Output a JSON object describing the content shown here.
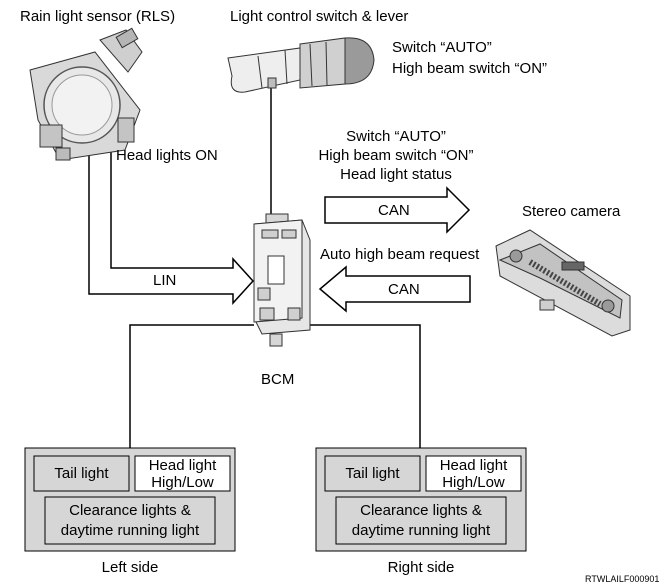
{
  "components": {
    "rls": "Rain light sensor (RLS)",
    "switch": "Light control switch & lever",
    "camera": "Stereo camera",
    "bcm": "BCM"
  },
  "signals": {
    "switch_status_line1": "Switch “AUTO”",
    "switch_status_line2": "High beam switch “ON”",
    "headlights_on": "Head lights ON",
    "lin": "LIN",
    "can_out_line1": "Switch “AUTO”",
    "can_out_line2": "High beam switch “ON”",
    "can_out_line3": "Head light status",
    "can_out": "CAN",
    "auto_high_beam": "Auto high beam request",
    "can_in": "CAN"
  },
  "left_group": {
    "tail": "Tail light",
    "head_line1": "Head light",
    "head_line2": "High/Low",
    "clear_line1": "Clearance lights &",
    "clear_line2": "daytime running light",
    "side": "Left side"
  },
  "right_group": {
    "tail": "Tail light",
    "head_line1": "Head light",
    "head_line2": "High/Low",
    "clear_line1": "Clearance lights &",
    "clear_line2": "daytime running light",
    "side": "Right side"
  },
  "figure_code": "RTWLAILF000901"
}
